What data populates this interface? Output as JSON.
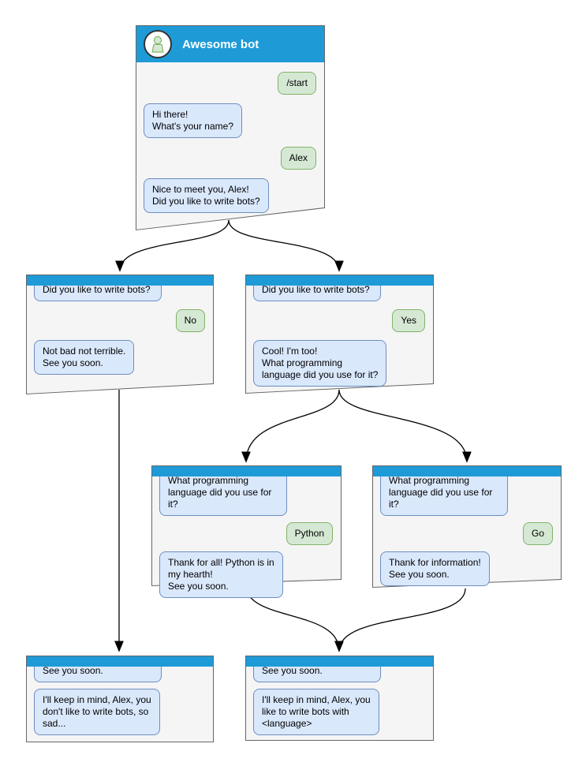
{
  "colors": {
    "header_blue": "#1E9BD7",
    "window_bg": "#F5F5F5",
    "window_border": "#666666",
    "bot_bubble_bg": "#DAE8FC",
    "bot_bubble_border": "#6C8EBF",
    "user_bubble_bg": "#D5E8D4",
    "user_bubble_border": "#82B366",
    "avatar_bg": "#FFFFFF",
    "avatar_border": "#333333",
    "title_text": "#FFFFFF",
    "message_text": "#000000",
    "connector": "#000000"
  },
  "diagram": {
    "root": {
      "title": "Awesome bot",
      "avatar_icon": "person-icon",
      "messages": [
        {
          "from": "user",
          "text": "/start"
        },
        {
          "from": "bot",
          "text": "Hi there!\nWhat's your name?"
        },
        {
          "from": "user",
          "text": "Alex"
        },
        {
          "from": "bot",
          "text": "Nice to meet you, Alex!\nDid you like to write bots?"
        }
      ]
    },
    "branch_no": {
      "messages": [
        {
          "from": "bot-continued",
          "text": "Did you like to write bots?"
        },
        {
          "from": "user",
          "text": "No"
        },
        {
          "from": "bot",
          "text": "Not bad not terrible.\nSee you soon."
        }
      ]
    },
    "branch_yes": {
      "messages": [
        {
          "from": "bot-continued",
          "text": "Did you like to write bots?"
        },
        {
          "from": "user",
          "text": "Yes"
        },
        {
          "from": "bot",
          "text": "Cool! I'm too!\nWhat programming\nlanguage did you use for it?"
        }
      ]
    },
    "branch_python": {
      "messages": [
        {
          "from": "bot-continued",
          "text": "What programming\nlanguage did you use for it?"
        },
        {
          "from": "user",
          "text": "Python"
        },
        {
          "from": "bot",
          "text": "Thank for all! Python is in\nmy hearth!\nSee you soon."
        }
      ]
    },
    "branch_go": {
      "messages": [
        {
          "from": "bot-continued",
          "text": "What programming\nlanguage did you use for it?"
        },
        {
          "from": "user",
          "text": "Go"
        },
        {
          "from": "bot",
          "text": "Thank for information!\nSee you soon."
        }
      ]
    },
    "end_no": {
      "messages": [
        {
          "from": "bot-continued",
          "text": "See you soon."
        },
        {
          "from": "bot",
          "text": "I'll keep in mind, Alex, you\ndon't like to write bots, so\nsad..."
        }
      ]
    },
    "end_yes": {
      "messages": [
        {
          "from": "bot-continued",
          "text": "See you soon."
        },
        {
          "from": "bot",
          "text": "I'll keep in mind, Alex, you\nlike to write bots with\n<language>"
        }
      ]
    },
    "connectors": [
      {
        "from": "root",
        "to": "branch-no"
      },
      {
        "from": "root",
        "to": "branch-yes"
      },
      {
        "from": "branch-no",
        "to": "end-no"
      },
      {
        "from": "branch-yes",
        "to": "branch-python"
      },
      {
        "from": "branch-yes",
        "to": "branch-go"
      },
      {
        "from": "branch-python",
        "to": "end-yes"
      },
      {
        "from": "branch-go",
        "to": "end-yes"
      }
    ]
  }
}
